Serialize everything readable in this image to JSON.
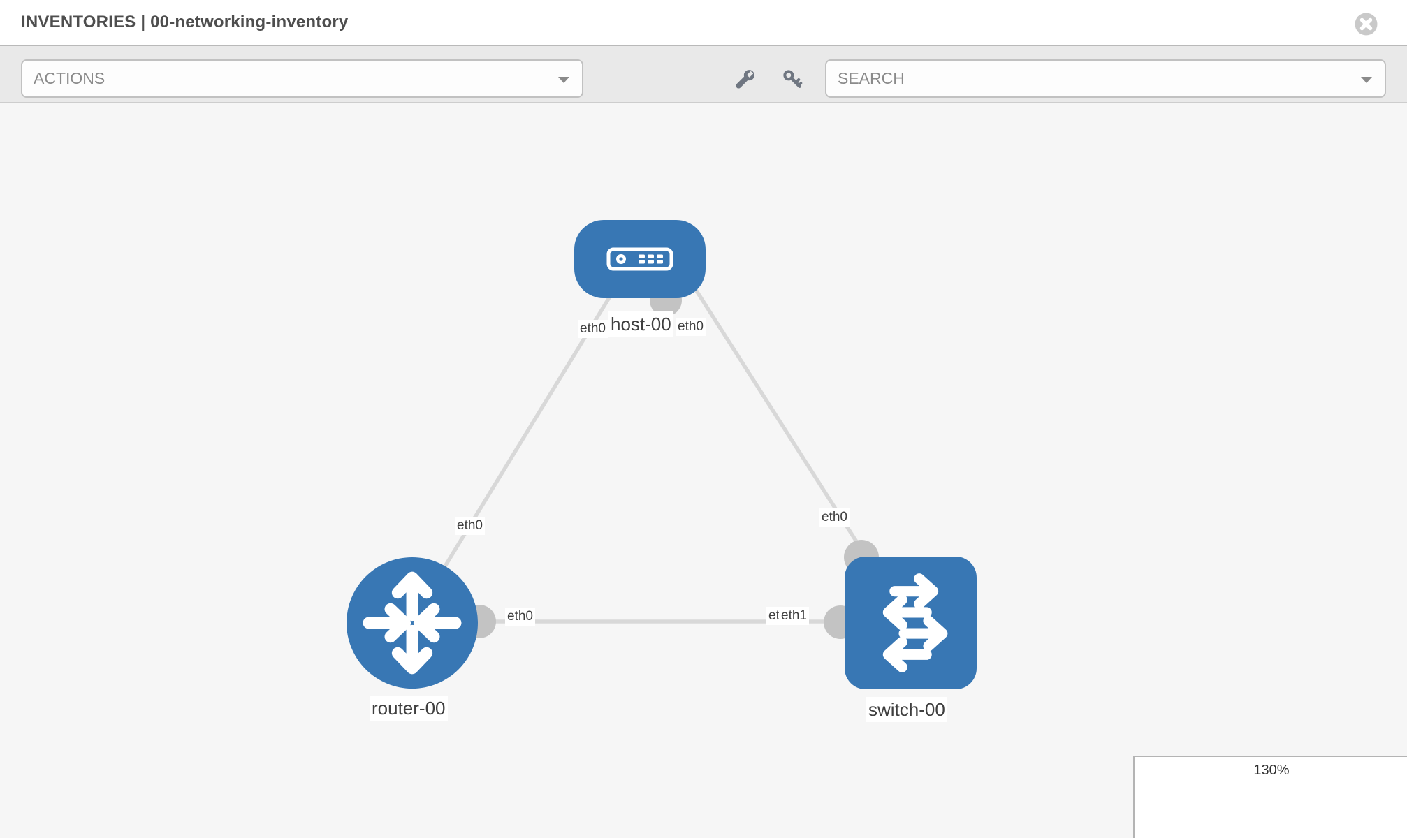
{
  "window": {
    "title": "INVENTORIES | 00-networking-inventory"
  },
  "toolbar": {
    "actions_label": "ACTIONS",
    "search_placeholder": "SEARCH"
  },
  "icons": {
    "close": "x-in-gray-circle",
    "wrench": "wrench",
    "key": "key",
    "actions_caret": "caret-down",
    "search_caret": "caret-down",
    "host": "server-box",
    "router": "four-directional-arrows",
    "switch": "alternating-horizontal-arrows"
  },
  "topology": {
    "nodes": [
      {
        "id": "host-00",
        "label": "host-00",
        "type": "host",
        "shape": "rounded-rect"
      },
      {
        "id": "router-00",
        "label": "router-00",
        "type": "router",
        "shape": "circle"
      },
      {
        "id": "switch-00",
        "label": "switch-00",
        "type": "switch",
        "shape": "rounded-square"
      }
    ],
    "links": [
      {
        "from": "host-00",
        "to": "router-00"
      },
      {
        "from": "host-00",
        "to": "switch-00"
      },
      {
        "from": "router-00",
        "to": "switch-00"
      }
    ],
    "interface_labels": {
      "host_left": "eth0",
      "host_right": "eth0",
      "host_router_edge": "eth0",
      "host_switch_edge": "eth0",
      "router_switch_router_end": "eth0",
      "router_switch_switch_end_under": "eth0",
      "router_switch_switch_end_over": "eth1"
    }
  },
  "zoom_control": {
    "value": "130%",
    "minus_label": "−",
    "plus_label": "+"
  },
  "colors": {
    "node_blue": "#3877b4",
    "edge_gray": "#d8d8d8",
    "port_gray": "#c3c3c3",
    "canvas_bg": "#f6f6f6",
    "toolbar_bg": "#e9e9e9",
    "slider_thumb": "#3877b4"
  }
}
